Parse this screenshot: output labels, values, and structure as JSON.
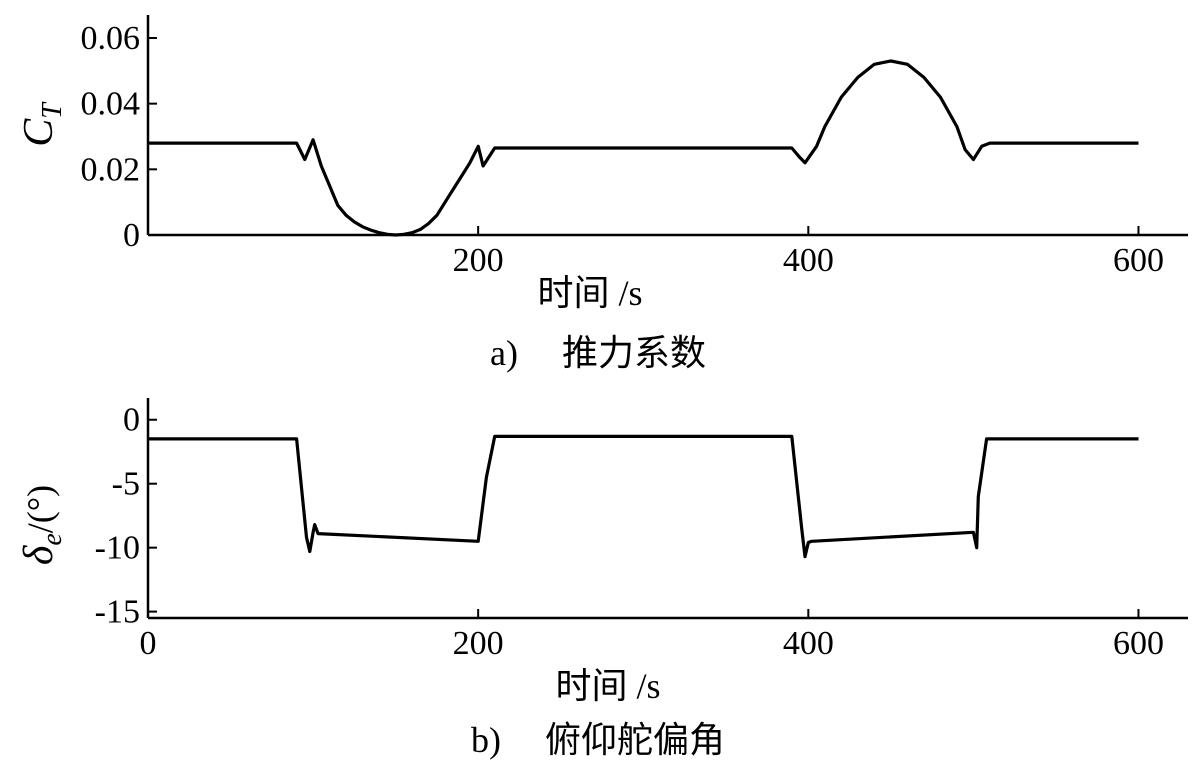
{
  "chart_data": [
    {
      "type": "line",
      "panel": "a",
      "caption_letter": "a)",
      "caption_text": "推力系数",
      "xlabel": "时间 /s",
      "ylabel_main": "C",
      "ylabel_sub": "T",
      "ylabel_unit": "",
      "xlim": [
        0,
        630
      ],
      "ylim": [
        0,
        0.067
      ],
      "xticks": [
        200,
        400,
        600
      ],
      "xtick_labels": [
        "200",
        "400",
        "600"
      ],
      "yticks": [
        0,
        0.02,
        0.04,
        0.06
      ],
      "ytick_labels": [
        "0",
        "0.02",
        "0.04",
        "0.06"
      ],
      "color": "#000000",
      "series": [
        {
          "x": [
            0,
            90,
            95,
            100,
            105,
            110,
            115,
            120,
            125,
            130,
            135,
            140,
            145,
            150,
            155,
            160,
            165,
            170,
            175,
            180,
            185,
            190,
            195,
            200,
            203,
            210,
            250,
            300,
            350,
            390,
            395,
            398,
            405,
            410,
            420,
            430,
            440,
            450,
            460,
            470,
            480,
            490,
            495,
            500,
            505,
            510,
            600
          ],
          "y": [
            0.028,
            0.028,
            0.023,
            0.029,
            0.021,
            0.015,
            0.009,
            0.006,
            0.004,
            0.0025,
            0.0015,
            0.0007,
            0.0002,
            0.0,
            0.0002,
            0.0007,
            0.0017,
            0.0035,
            0.006,
            0.01,
            0.014,
            0.018,
            0.022,
            0.027,
            0.021,
            0.0265,
            0.0265,
            0.0265,
            0.0265,
            0.0265,
            0.0235,
            0.022,
            0.027,
            0.033,
            0.042,
            0.048,
            0.052,
            0.053,
            0.052,
            0.048,
            0.042,
            0.033,
            0.026,
            0.023,
            0.027,
            0.028,
            0.028
          ]
        }
      ]
    },
    {
      "type": "line",
      "panel": "b",
      "caption_letter": "b)",
      "caption_text": "俯仰舵偏角",
      "xlabel": "时间 /s",
      "ylabel_main": "δ",
      "ylabel_sub": "e",
      "ylabel_unit": "/(°)",
      "xlim": [
        0,
        630
      ],
      "ylim": [
        -15.5,
        1.7
      ],
      "xticks": [
        0,
        200,
        400,
        600
      ],
      "xtick_labels": [
        "0",
        "200",
        "400",
        "600"
      ],
      "yticks": [
        0,
        -5,
        -10,
        -15
      ],
      "ytick_labels": [
        "0",
        "-5",
        "-10",
        "-15"
      ],
      "color": "#000000",
      "series": [
        {
          "x": [
            0,
            90,
            96,
            98,
            100,
            101,
            103,
            200,
            205,
            210,
            390,
            396,
            398,
            400,
            402,
            500,
            502,
            503,
            508,
            600
          ],
          "y": [
            -1.5,
            -1.5,
            -9.2,
            -10.3,
            -8.8,
            -8.2,
            -8.9,
            -9.5,
            -4.5,
            -1.3,
            -1.3,
            -8.5,
            -10.7,
            -9.6,
            -9.5,
            -8.8,
            -10.0,
            -6.0,
            -1.5,
            -1.5
          ]
        }
      ]
    }
  ]
}
